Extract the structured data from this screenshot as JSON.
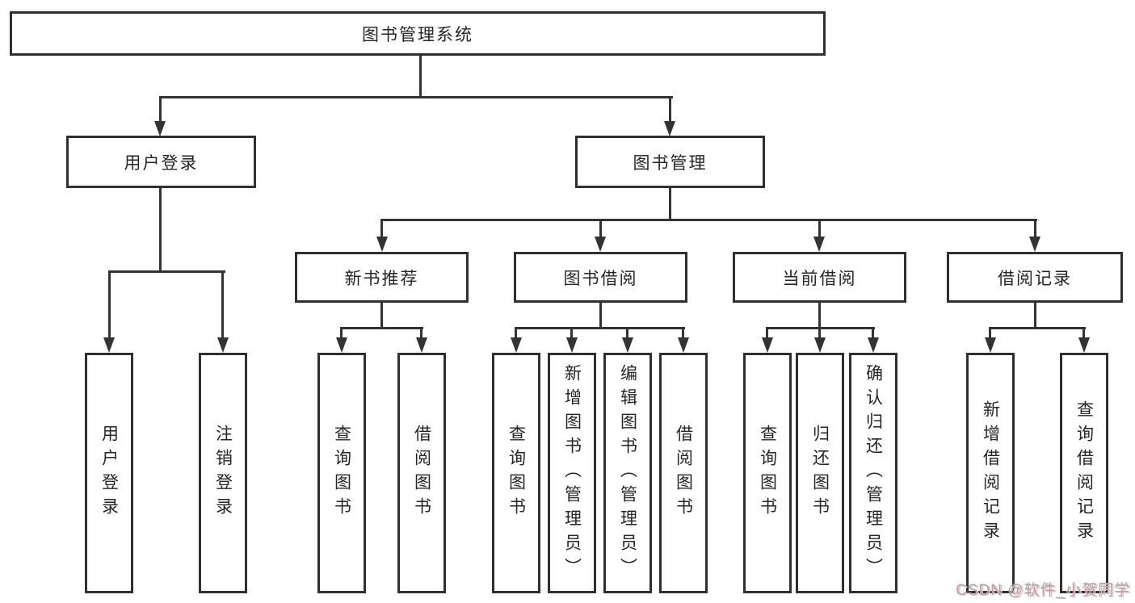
{
  "colors": {
    "background": "#ffffff",
    "line": "#333333",
    "box_border": "#303030",
    "text": "#262626",
    "watermark_text": "#a8a8a8",
    "watermark_shadow": "#f3b8b8"
  },
  "diagram": {
    "root": {
      "label": "图书管理系统"
    },
    "branches": [
      {
        "label": "用户登录",
        "children": [
          {
            "label": "用户登录"
          },
          {
            "label": "注销登录"
          }
        ]
      },
      {
        "label": "图书管理",
        "children": [
          {
            "label": "新书推荐",
            "children": [
              {
                "label": "查询图书"
              },
              {
                "label": "借阅图书"
              }
            ]
          },
          {
            "label": "图书借阅",
            "children": [
              {
                "label": "查询图书"
              },
              {
                "label": "新增图书（管理员）"
              },
              {
                "label": "编辑图书（管理员）"
              },
              {
                "label": "借阅图书"
              }
            ]
          },
          {
            "label": "当前借阅",
            "children": [
              {
                "label": "查询图书"
              },
              {
                "label": "归还图书"
              },
              {
                "label": "确认归还（管理员）"
              }
            ]
          },
          {
            "label": "借阅记录",
            "children": [
              {
                "label": "新增借阅记录"
              },
              {
                "label": "查询借阅记录"
              }
            ]
          }
        ]
      }
    ]
  },
  "watermark": {
    "text": "CSDN @软件_小贺同学"
  }
}
